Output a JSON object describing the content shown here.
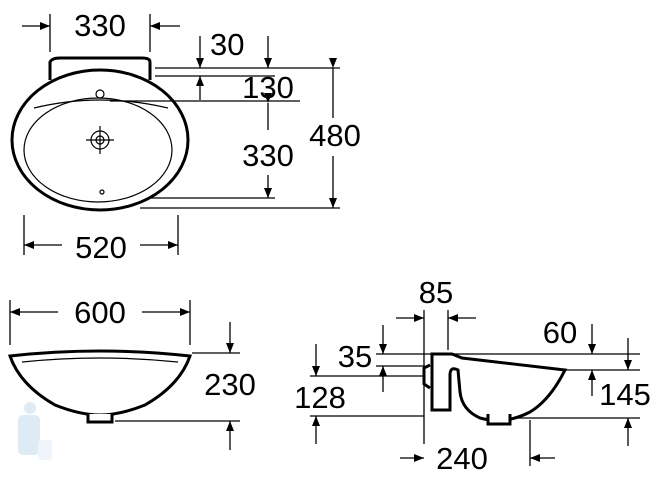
{
  "top_view": {
    "tap_deck_width": "330",
    "rim_offset": "30",
    "tap_hole_distance": "130",
    "drain_distance": "330",
    "overall_depth": "480",
    "bowl_width": "520"
  },
  "front_view": {
    "overall_width": "600",
    "height": "230"
  },
  "side_view": {
    "wall_offset": "85",
    "fixing_height": "35",
    "rim_drop": "60",
    "outlet_height": "128",
    "bowl_height": "145",
    "projection": "240"
  },
  "colors": {
    "line": "#000000",
    "watermark": "#c9dff0"
  }
}
